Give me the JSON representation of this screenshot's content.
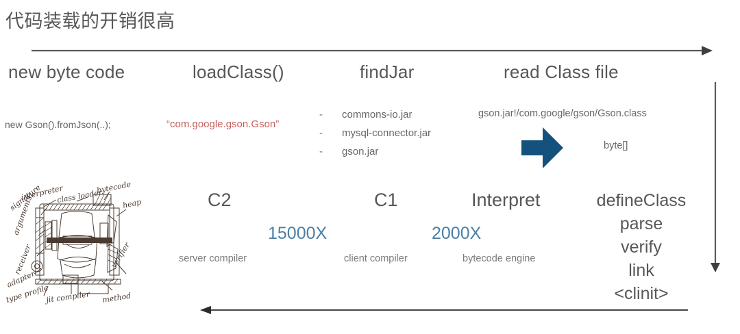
{
  "slide": {
    "title": "代码装载的开销很高",
    "accent_blue": "#14517D",
    "speed_blue": "#4C7FA6",
    "highlight_red": "#C4605C",
    "text_gray": "#575757"
  },
  "arrows": {
    "top": {
      "name": "top-flow-arrow",
      "direction": "right"
    },
    "bottom": {
      "name": "bottom-flow-arrow",
      "direction": "left"
    },
    "right": {
      "name": "right-flow-arrow",
      "direction": "down"
    },
    "block": {
      "name": "blue-block-arrow",
      "direction": "right"
    }
  },
  "stages": [
    {
      "header": "new byte code"
    },
    {
      "header": "loadClass()"
    },
    {
      "header": "findJar"
    },
    {
      "header": "read Class file"
    }
  ],
  "details": {
    "code_snippet": "new Gson().fromJson(..);",
    "class_name": "“com.google.gson.Gson”",
    "class_path": "gson.jar!/com.google/gson/Gson.class",
    "byte_array": "byte[]"
  },
  "jar_list": {
    "bullet": "-",
    "items": [
      "commons-io.jar",
      "mysql-connector.jar",
      "gson.jar"
    ]
  },
  "engines": [
    {
      "name": "C2",
      "speed": "15000X",
      "sub": "server compiler"
    },
    {
      "name": "C1",
      "speed": "2000X",
      "sub": "client compiler"
    },
    {
      "name": "Interpret",
      "speed": "",
      "sub": "bytecode engine"
    }
  ],
  "define_class": {
    "steps": [
      "defineClass",
      "parse",
      "verify",
      "link",
      "<clinit>"
    ]
  },
  "sketch": {
    "caption": "hand-drawn JVM internals cutaway diagram",
    "labels": [
      "interpreter",
      "class loader",
      "bytecode",
      "signature",
      "arguments",
      "receiver",
      "heap",
      "adapter",
      "verifier",
      "type profile",
      "jit compiler",
      "method"
    ]
  }
}
